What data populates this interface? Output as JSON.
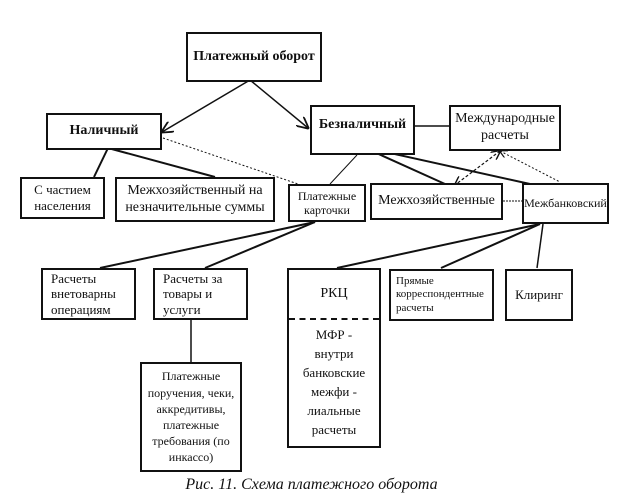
{
  "diagram": {
    "root": "Платежный оборот",
    "cash": {
      "label": "Наличный",
      "children": [
        "С частием населения",
        "Межхозяйственный на незначительные суммы"
      ]
    },
    "noncash": {
      "label": "Безналичный",
      "international": "Международные расчеты",
      "children": {
        "cards": "Платежные карточки",
        "interfarm": "Межхозяйственные",
        "interbank": "Межбанковский"
      }
    },
    "cards_children": {
      "non_commodity": "Расчеты внетоварны операциям",
      "goods": "Расчеты за товары и услуги"
    },
    "goods_children": {
      "instruments": "Платежные поручения, чеки, аккредитивы, платежные требования (по инкассо)"
    },
    "interbank_children": {
      "rkc": "РКЦ",
      "mfr": "МФР - внутри банковские межфи - лиальные расчеты",
      "direct": "Прямые корреспондентные расчеты",
      "clearing": "Клиринг"
    },
    "caption": "Рис. 11. Схема платежного оборота"
  }
}
